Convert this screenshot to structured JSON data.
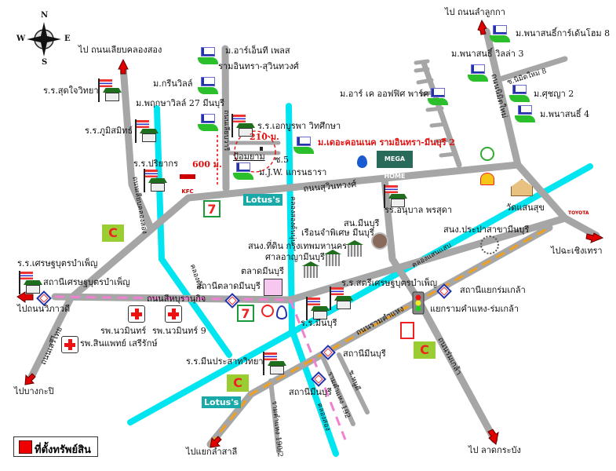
{
  "compass": {
    "n": "N",
    "s": "S",
    "e": "E",
    "w": "W"
  },
  "labels": [
    "ไป ถนนเลียบคลองสอง",
    "ม.อาร์เอ็นที เพลส",
    "รามอินทรา-สุวินทวงศ์",
    "ร.ร.สุดใจวิทยา",
    "ม.กรีนวิลล์",
    "ม.พฤกษาวิลล์ 27 มีนบุรี",
    "ร.ร.ภูมิสมิทธ์",
    "ร.ร.เอกบูรพา วิทศึกษา",
    "210 ม.",
    "ป้อมยาม",
    "ซ.5",
    "ม.J.W. แกรนธารา",
    "600 ม.",
    "ร.ร.ปริยากร",
    "ม.เดอะคอนเนค รามอินทรา-มีนบุรี 2",
    "ถนนสุวินทวงศ์",
    "ไป ถนนลำลูกกา",
    "ม.พนาสนธิ์การ์เด้นโฮม 8",
    "ม.พนาสนธิ์ วิลล่า 3",
    "ซ.นิมิตใหม่ 8",
    "ม.อาร์ เค ออฟฟิศ พาร์ค",
    "ม.ศุชญา 2",
    "ม.พนาสนธิ์ 4",
    "ถนนนิมิตใหม่",
    "รร.อนุบาล พรสุดา",
    "วัดแสนสุข",
    "สน.มีนบุรี",
    "เรือนจำพิเศษ มีนบุรี",
    "สนง.ที่ดิน กรุงเทพมหานคร",
    "ศาลอาญามีนบุรี",
    "สนง.ประปาสาขามีนบุรี",
    "ไปฉะเชิงเทรา",
    "ร.ร.เศรษฐบุตรบำเพ็ญ",
    "สถานีเศรษฐบุตรบำเพ็ญ",
    "ตลาดมีนบุรี",
    "สถานีตลาดมีนบุรี",
    "ถนนสีหบุรานุกิจ",
    "ไปถนนวิภาวดี",
    "ร.ร.สตรีเศรษฐบุตรบำเพ็ญ",
    "สถานีแยกร่มเกล้า",
    "แยกรามคำแหง-ร่มเกล้า",
    "ร.ร.มีนบุรี",
    "รพ.นวมินทร์",
    "รพ.นวมินทร์ 9",
    "รพ.สินแพทย์ เสรีรักษ์",
    "ถนนเสรีไทย",
    "ถนนรามคำแหง",
    "สถานีมีนบุรี",
    "ร.ร.มีนประสาทวิทยา",
    "ถนนร่มเกล้า",
    "สถานีมีนบุรี",
    "ไปบางกะปิ",
    "ซ.หนูดี",
    "รามคำแหง 192",
    "รามคำแหง 190/2",
    "คลองสอง",
    "ไปแยกลำสาลี",
    "ไป ลาดกระบัง",
    "คลองแสนแสบ",
    "คลองสองต้นนุ่น",
    "ถนนเลียบคลองสอง",
    "คลองตัน",
    "ถนนเลียบวารี"
  ],
  "brands": {
    "lotus": "Lotus's",
    "seven": "7",
    "bigc": "C",
    "kfc": "KFC",
    "mega": "MEGA HOME",
    "toyota": "TOYOTA"
  },
  "legend": {
    "label": "ที่ตั้งทรัพย์สิน",
    "color": "#e00000"
  },
  "colors": {
    "road": "#a6a6a6",
    "canal": "#00e5f0",
    "rail_pink": "#f080d0",
    "rail_orange": "#f0a020",
    "arrow": "#e00000"
  }
}
